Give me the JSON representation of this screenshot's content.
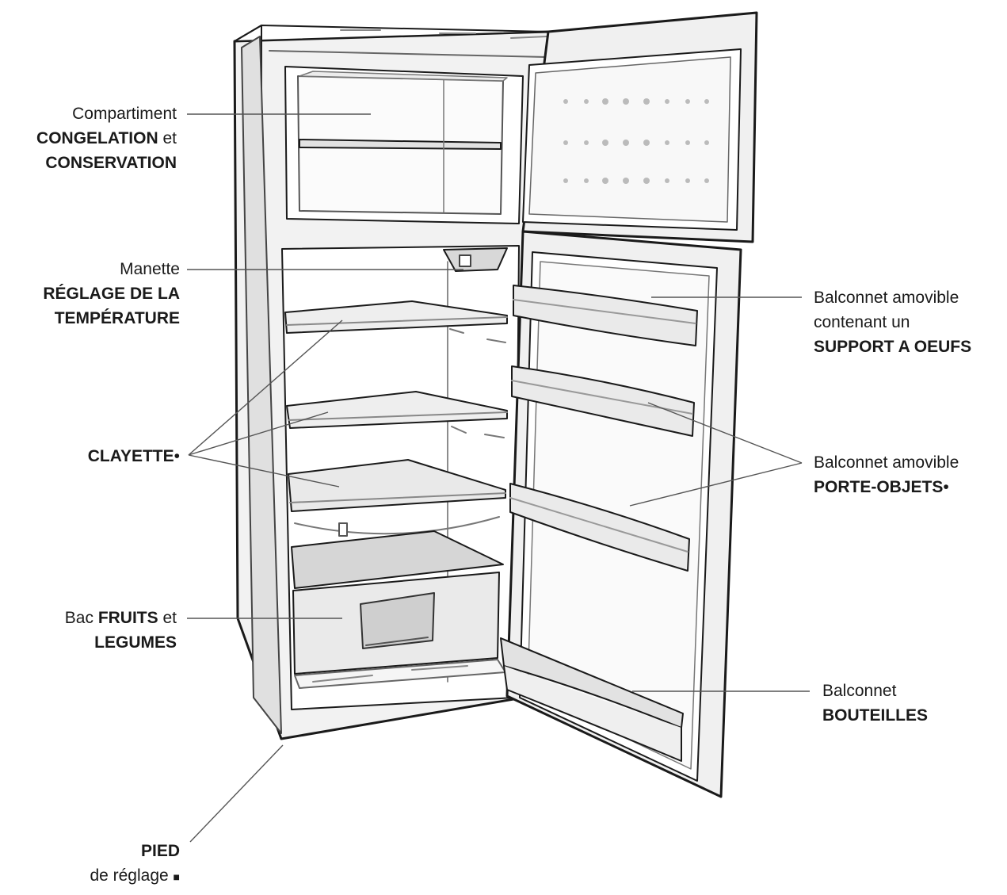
{
  "colors": {
    "line": "#1a1a1a",
    "thin_line": "#555555",
    "fill_light": "#f7f7f7",
    "fill_mid": "#e6e6e6",
    "fill_dark": "#c9c9c9"
  },
  "labels": {
    "congelation": {
      "l1": "Compartiment",
      "l2_b": "CONGELATION",
      "l2_r": " et",
      "l3_b": "CONSERVATION"
    },
    "manette": {
      "l1": "Manette",
      "l2_b": "RÉGLAGE DE LA",
      "l3_b": "TEMPÉRATURE"
    },
    "clayette": {
      "l1_b": "CLAYETTE",
      "mark": "•"
    },
    "bac": {
      "l1_r": "Bac ",
      "l1_b": "FRUITS",
      "l1_r2": " et",
      "l2_b": "LEGUMES"
    },
    "pied": {
      "l1_b": "PIED",
      "l2_r": "de réglage ",
      "mark": "■"
    },
    "oeufs": {
      "l1": "Balconnet amovible",
      "l2": "contenant un",
      "l3_b": "SUPPORT A OEUFS"
    },
    "porte_objets": {
      "l1": "Balconnet amovible",
      "l2_b": "PORTE-OBJETS",
      "mark": "•"
    },
    "bouteilles": {
      "l1": "Balconnet",
      "l2_b": "BOUTEILLES"
    }
  }
}
